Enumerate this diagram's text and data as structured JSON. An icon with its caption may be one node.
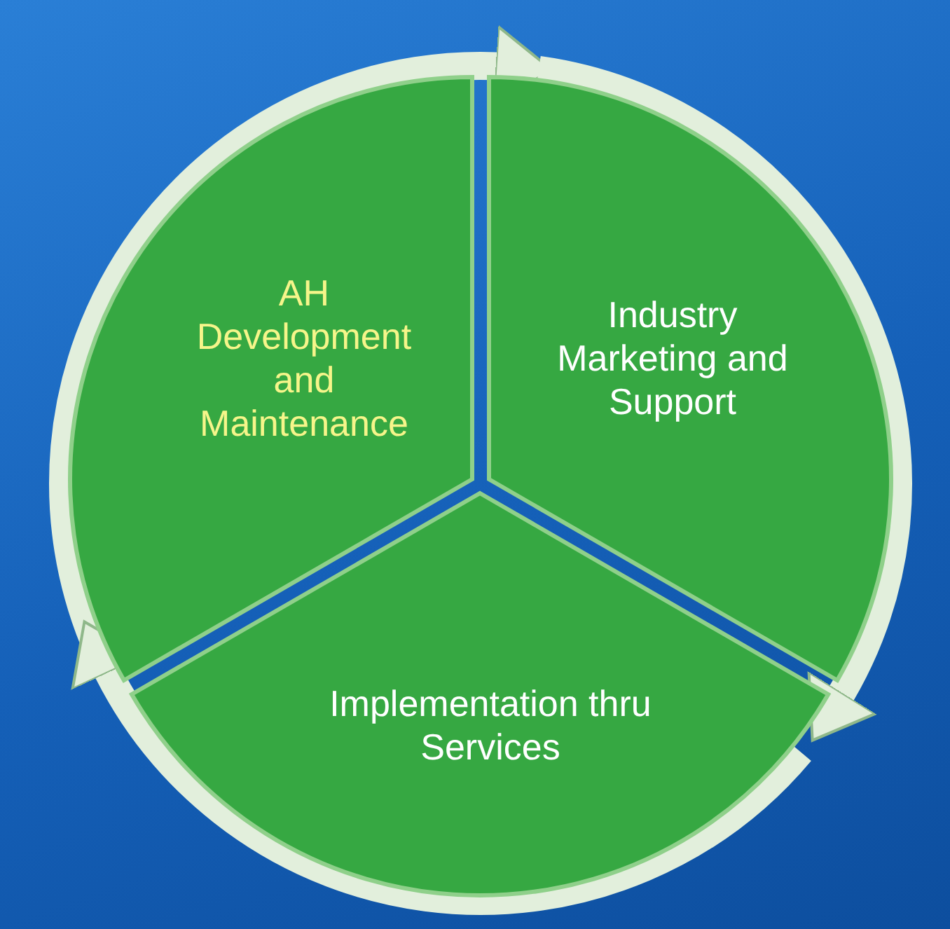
{
  "diagram": {
    "nodes": [
      {
        "text": [
          "AH Development and Maintenance"
        ]
      },
      {
        "text": [
          "Industry Marketing and Support"
        ]
      },
      {
        "text": [
          "Implementation thru Services"
        ]
      }
    ],
    "edges": [
      {
        "from": 0,
        "to": 1,
        "arrow": "to"
      },
      {
        "from": 1,
        "to": 2,
        "arrow": "to"
      },
      {
        "from": 2,
        "to": 0,
        "arrow": "to"
      }
    ]
  }
}
